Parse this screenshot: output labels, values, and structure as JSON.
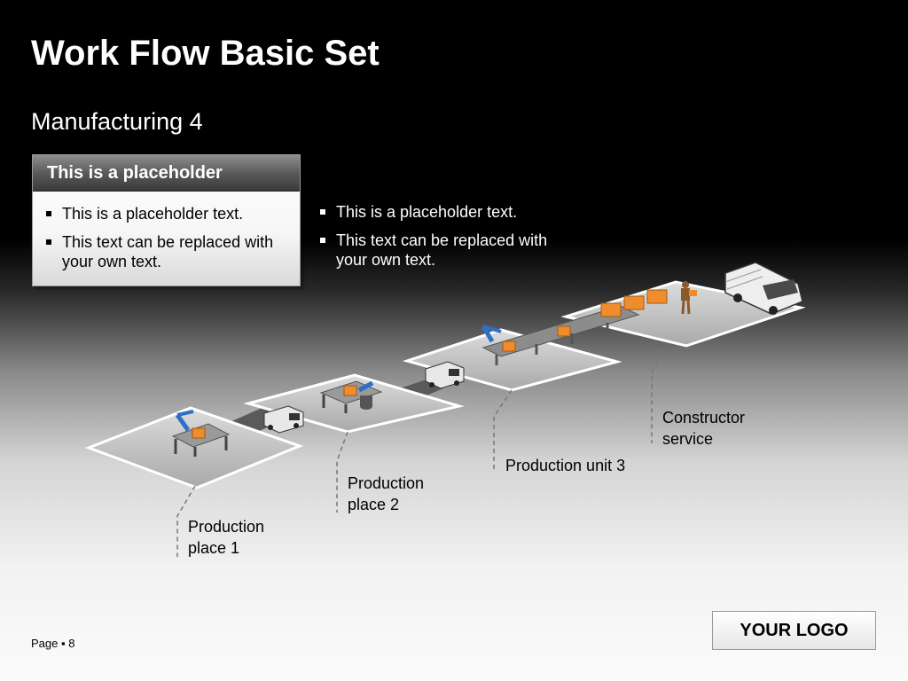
{
  "title": "Work Flow Basic Set",
  "subtitle": "Manufacturing 4",
  "placeholder_box": {
    "header": "This is a placeholder",
    "bullets": [
      "This is a placeholder text.",
      "This text can be replaced with your own text."
    ]
  },
  "right_bullets": [
    "This is a placeholder text.",
    "This text can be replaced with your own text."
  ],
  "stations": {
    "place1": "Production place 1",
    "place2": "Production place 2",
    "unit3": "Production unit 3",
    "constructor": "Constructor service"
  },
  "footer": {
    "page_label": "Page",
    "page_number": "8"
  },
  "logo": "YOUR LOGO",
  "colors": {
    "box_orange": "#f08c2c",
    "robot_blue": "#2f6fc8",
    "platform": "#b9b9b9"
  }
}
